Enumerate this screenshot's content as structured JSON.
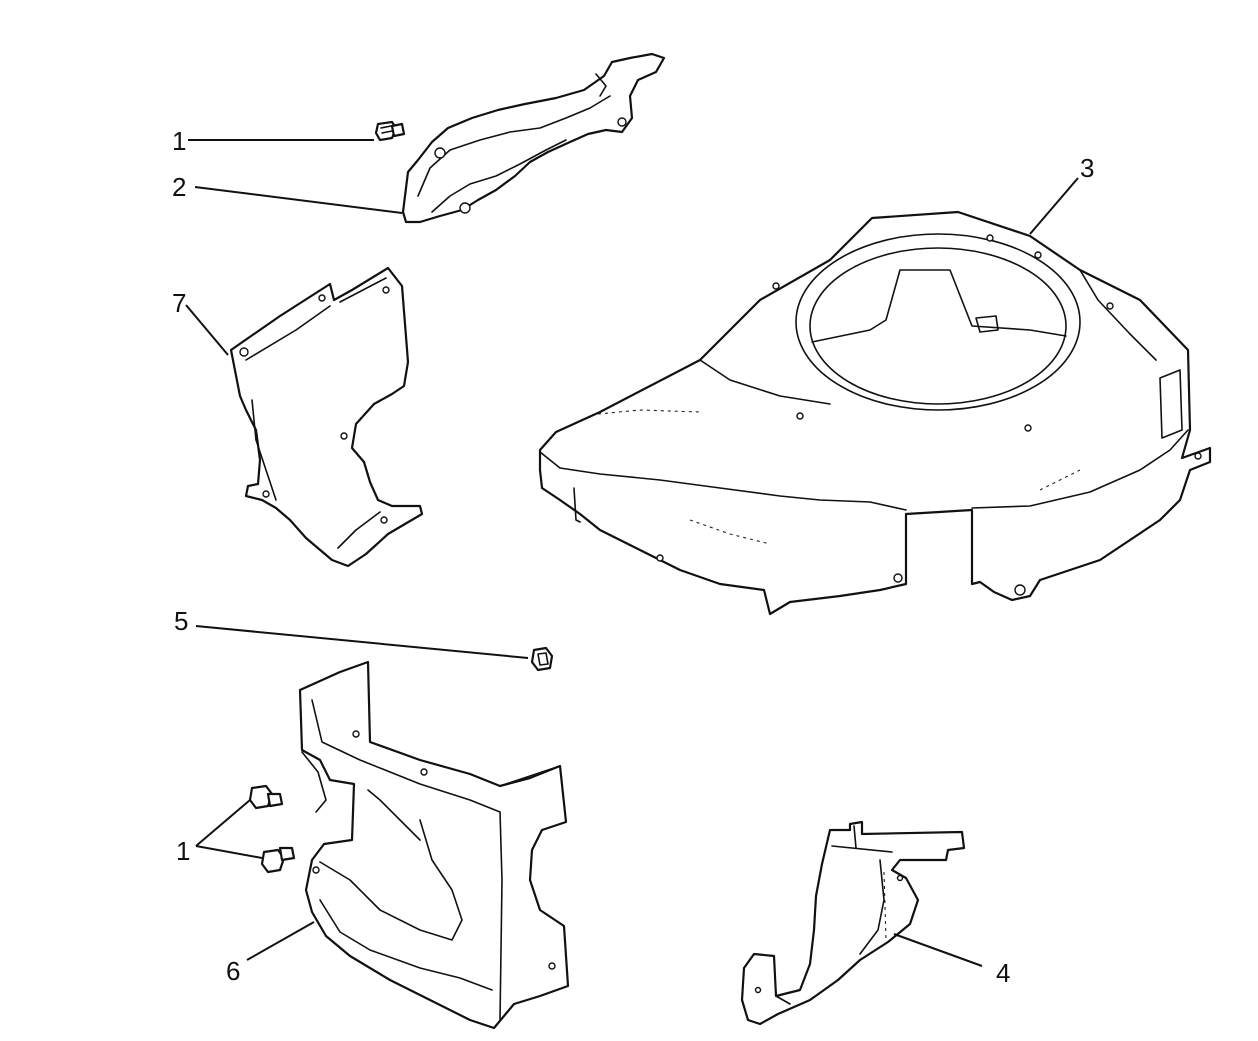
{
  "callouts": {
    "c1_top": "1",
    "c2": "2",
    "c3": "3",
    "c7": "7",
    "c5": "5",
    "c1_bottom": "1",
    "c6": "6",
    "c4": "4"
  }
}
